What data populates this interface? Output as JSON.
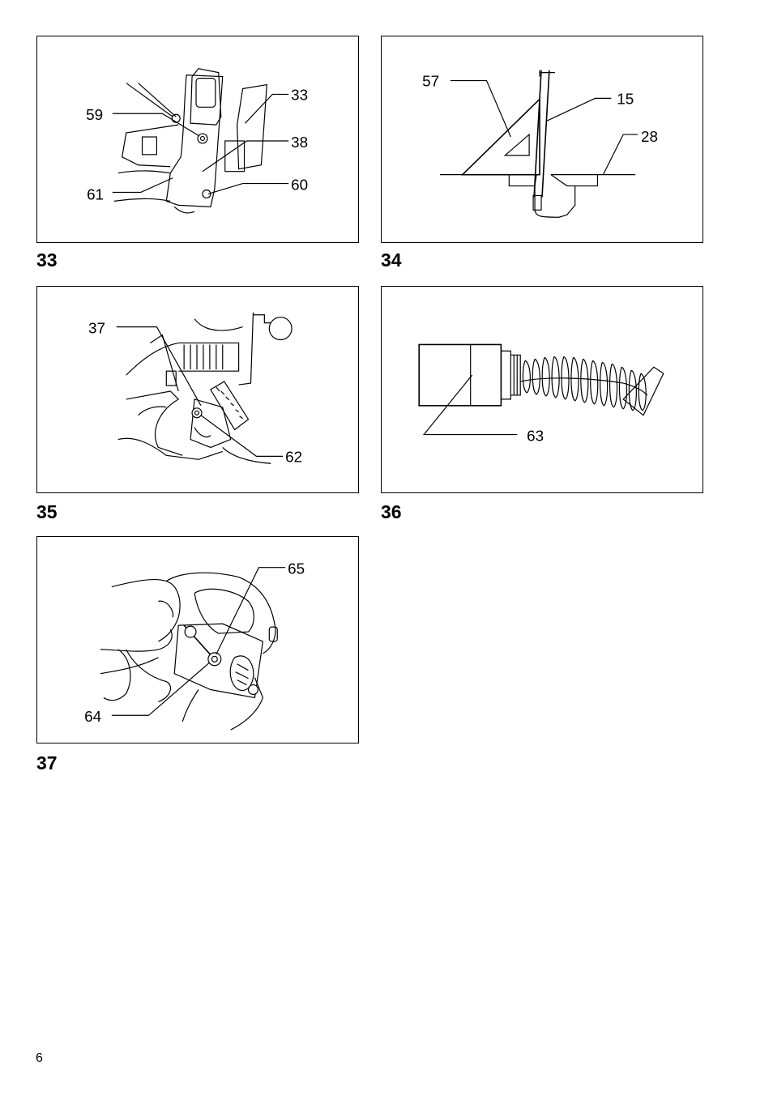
{
  "figures": [
    {
      "number": "33",
      "callouts": [
        "59",
        "61",
        "33",
        "38",
        "60"
      ]
    },
    {
      "number": "34",
      "callouts": [
        "57",
        "15",
        "28"
      ]
    },
    {
      "number": "35",
      "callouts": [
        "37",
        "62"
      ]
    },
    {
      "number": "36",
      "callouts": [
        "63"
      ]
    },
    {
      "number": "37",
      "callouts": [
        "65",
        "64"
      ]
    }
  ],
  "page_number": "6"
}
